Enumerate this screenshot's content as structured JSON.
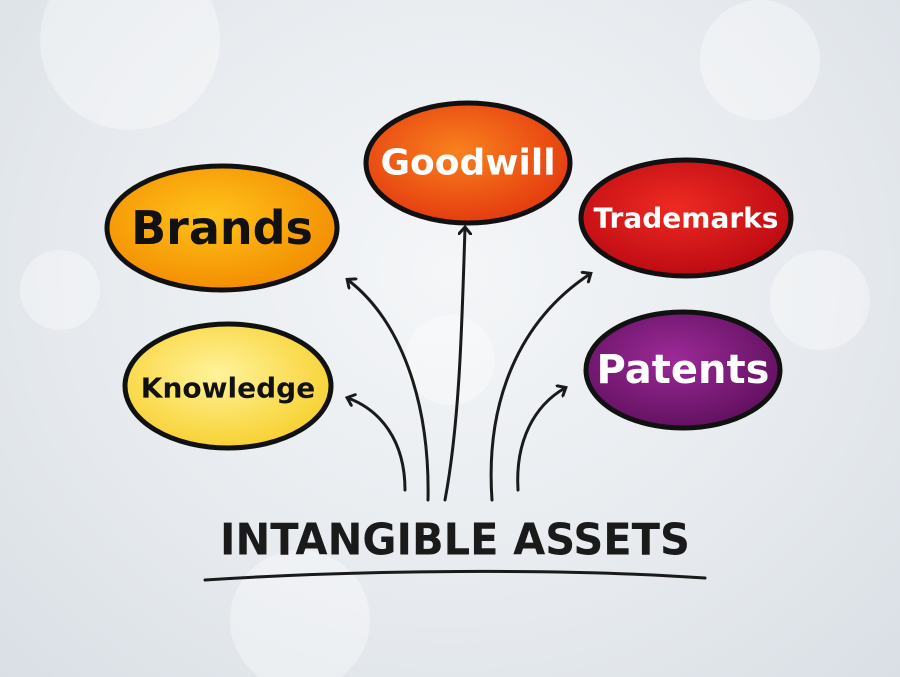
{
  "title": "INTANGIBLE ASSETS",
  "nodes": [
    {
      "label": "Brands",
      "color": "#f9a400",
      "text_color": "#111111"
    },
    {
      "label": "Goodwill",
      "color": "#f0561a",
      "text_color": "#ffffff"
    },
    {
      "label": "Trademarks",
      "color": "#d5121c",
      "text_color": "#ffffff"
    },
    {
      "label": "Knowledge",
      "color": "#fbe15c",
      "text_color": "#111111"
    },
    {
      "label": "Patents",
      "color": "#7b1b78",
      "text_color": "#ffffff"
    }
  ]
}
